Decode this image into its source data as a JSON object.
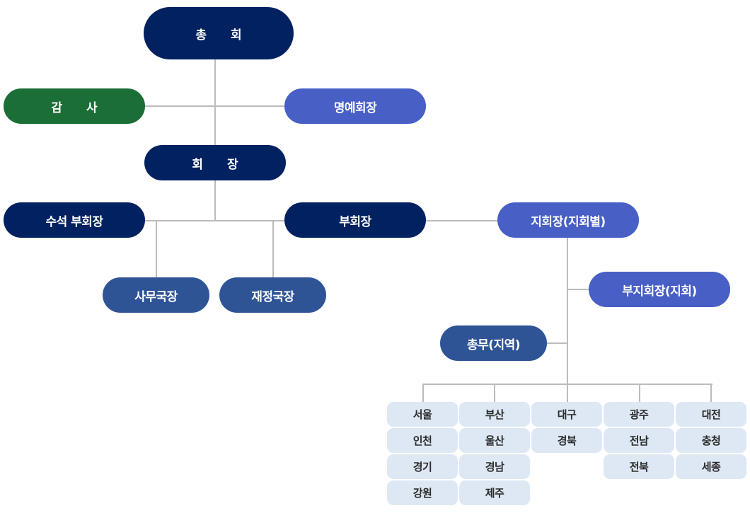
{
  "diagram": {
    "type": "organization-chart",
    "nodes": {
      "general_assembly": "총 회",
      "auditor": "감 사",
      "honorary_president": "명예회장",
      "president": "회 장",
      "senior_vice_president": "수석 부회장",
      "vice_president": "부회장",
      "secretary_general": "사무국장",
      "finance_director": "재정국장",
      "branch_president": "지회장(지회별)",
      "branch_vice_president": "부지회장(지회)",
      "regional_manager": "총무(지역)"
    },
    "regions": [
      [
        "서울",
        "인천",
        "경기",
        "강원"
      ],
      [
        "부산",
        "울산",
        "경남",
        "제주"
      ],
      [
        "대구",
        "경북"
      ],
      [
        "광주",
        "전남",
        "전북"
      ],
      [
        "대전",
        "충청",
        "세종"
      ]
    ]
  },
  "colors": {
    "navy": "#022161",
    "green": "#1b6e36",
    "periwinkle": "#485fc5",
    "mid_blue": "#2e5496",
    "region_cell": "#dde8f4",
    "connector": "#bcbcbc"
  }
}
